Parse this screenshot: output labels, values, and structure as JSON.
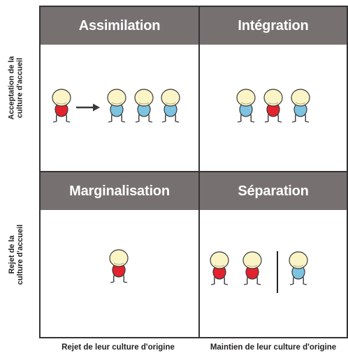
{
  "y_labels": {
    "top": [
      "Acceptation de la",
      "culture d'accueil"
    ],
    "bottom": [
      "Rejet de la",
      "culture d'accueil"
    ]
  },
  "x_labels": {
    "left": "Rejet de leur culture d'origine",
    "right": "Maintien de leur culture d'origine"
  },
  "quadrants": {
    "top_left": {
      "title": "Assimilation"
    },
    "top_right": {
      "title": "Intégration"
    },
    "bottom_left": {
      "title": "Marginalisation"
    },
    "bottom_right": {
      "title": "Séparation"
    }
  },
  "colors": {
    "header_bg": "#767170",
    "grid_line": "#333333",
    "head_fill": "#fbf4c6",
    "origin_body": "#e3222d",
    "host_body": "#7cc3e1",
    "outline": "#3a3a3a"
  },
  "figures": {
    "assimilation": [
      "origin",
      "arrow",
      "host",
      "host",
      "host"
    ],
    "integration": [
      "host",
      "origin",
      "host"
    ],
    "marginalisation": [
      "origin"
    ],
    "separation": [
      "origin",
      "origin",
      "divider",
      "host"
    ]
  }
}
